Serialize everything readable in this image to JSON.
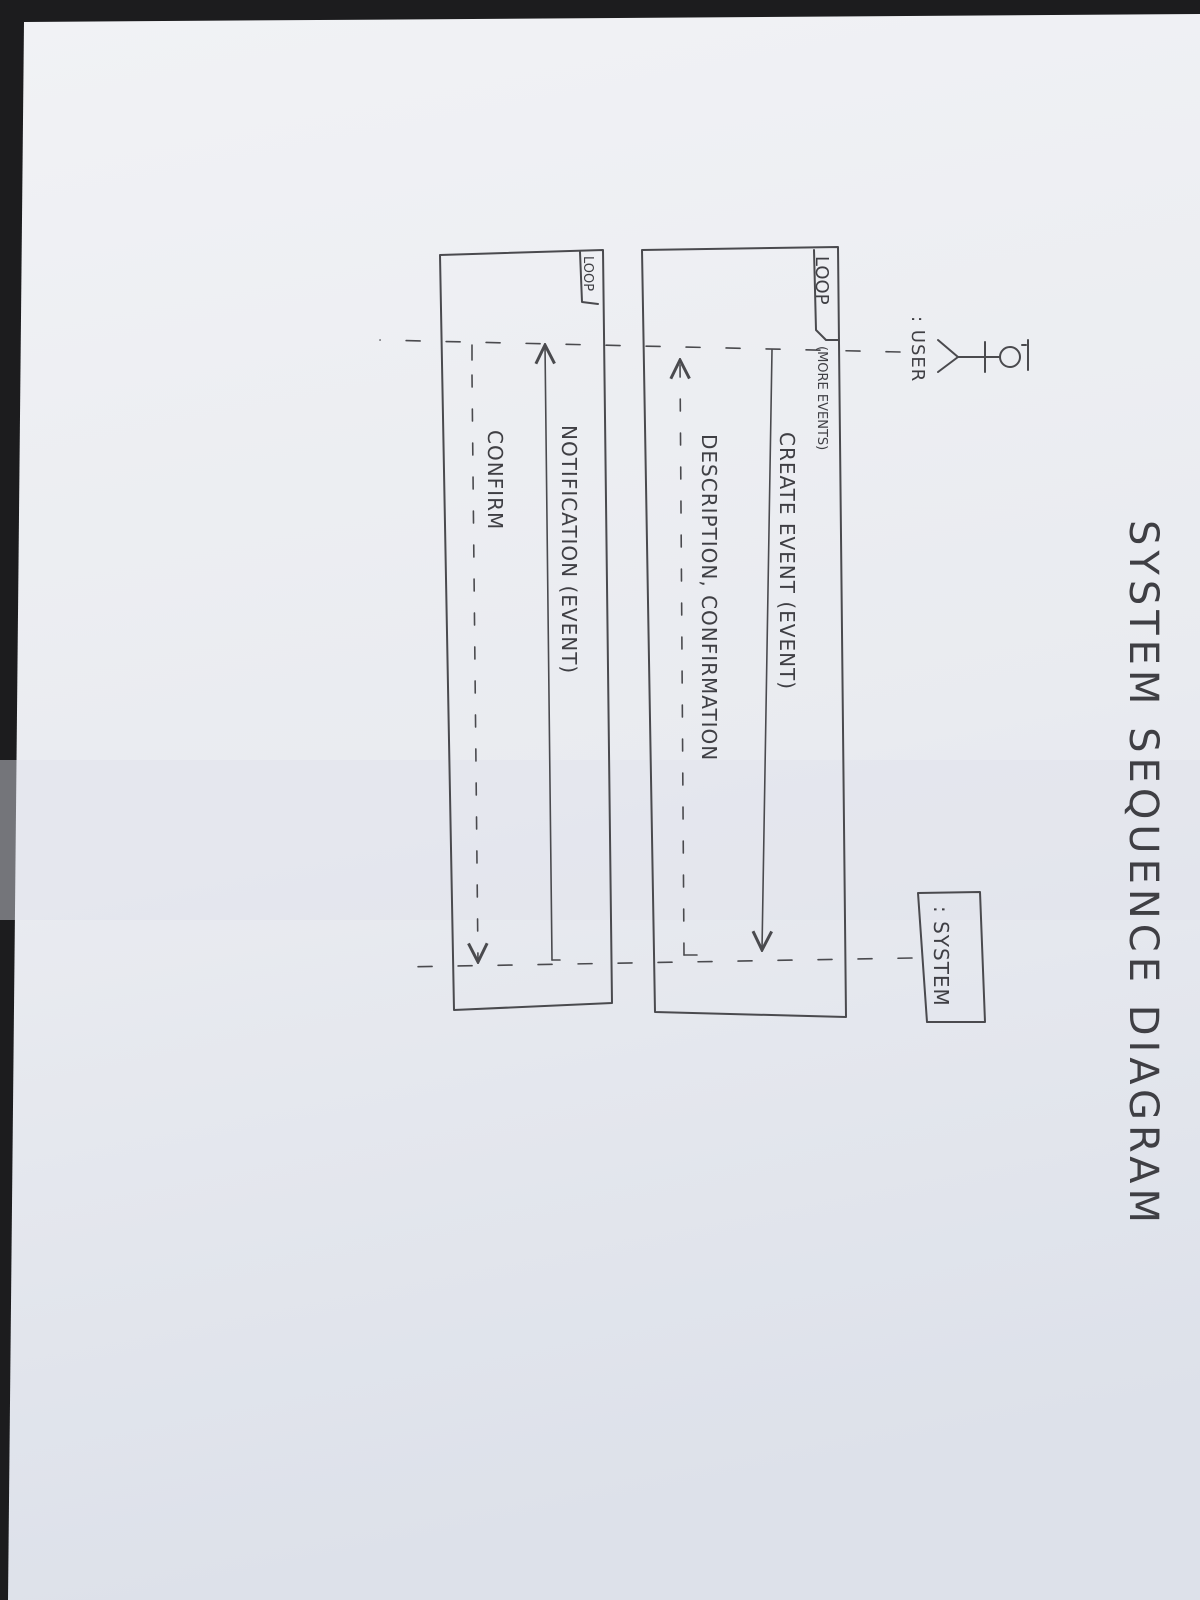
{
  "title": "SYSTEM SEQUENCE DIAGRAM",
  "participants": {
    "user": {
      "label": ": USER",
      "icon": "stick-figure-icon"
    },
    "system": {
      "label": ": SYSTEM"
    }
  },
  "fragments": [
    {
      "tag": "LOOP",
      "guard": "(MORE EVENTS)",
      "messages": [
        {
          "label": "CREATE EVENT (EVENT)",
          "from": "user",
          "to": "system",
          "style": "solid"
        },
        {
          "label": "DESCRIPTION, CONFIRMATION",
          "from": "system",
          "to": "user",
          "style": "dashed"
        }
      ]
    },
    {
      "tag": "LOOP",
      "guard": "",
      "messages": [
        {
          "label": "NOTIFICATION (EVENT)",
          "from": "system",
          "to": "user",
          "style": "solid"
        },
        {
          "label": "CONFIRM",
          "from": "user",
          "to": "system",
          "style": "dashed"
        }
      ]
    }
  ],
  "colors": {
    "paper": "#eef0f4",
    "ink": "#4a4a4e",
    "background": "#1c1c1e"
  }
}
